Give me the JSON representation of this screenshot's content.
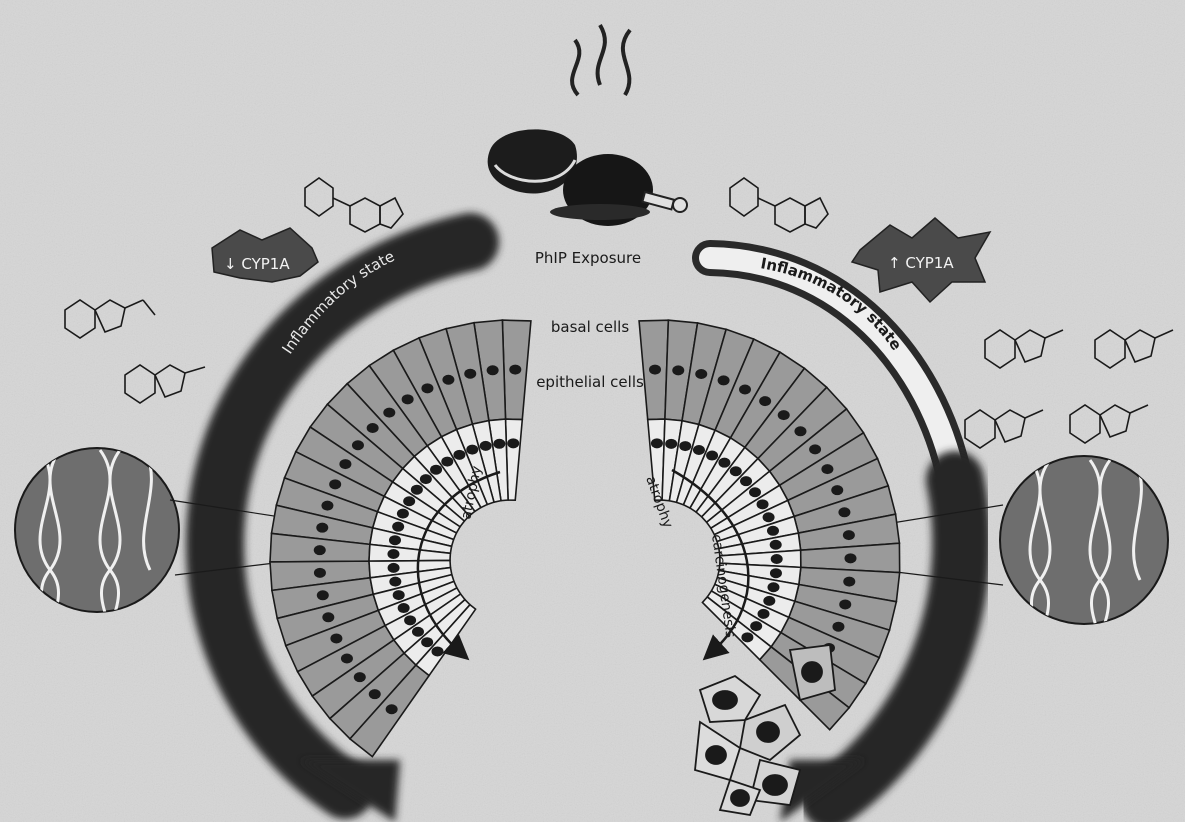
{
  "labels": {
    "exposure": "PhIP Exposure",
    "basal": "basal cells",
    "epithelial": "epithelial cells",
    "inflam_left": "Inflammatory state",
    "inflam_right": "Inflammatory state",
    "atrophy_left": "atrophy",
    "atrophy_right": "atrophy",
    "carcinogenesis": "carcinogenesis"
  },
  "enzyme_left": {
    "arrow": "↓",
    "name": "CYP1A"
  },
  "enzyme_right": {
    "arrow": "↑",
    "name": "CYP1A"
  },
  "colors": {
    "background": "#d6d6d6",
    "dark_arrow": "#262626",
    "light_arrow": "#eeeeee",
    "cell_fill": "#ececec",
    "cell_gray": "#9a9a9a",
    "nucleus": "#1a1a1a",
    "dna_circle": "#6e6e6e",
    "badge": "#4a4a4a"
  },
  "icons": [
    "steam-icon",
    "meat-steak-icon",
    "chicken-drumstick-icon",
    "dna-helix-icon",
    "molecule-icon"
  ]
}
